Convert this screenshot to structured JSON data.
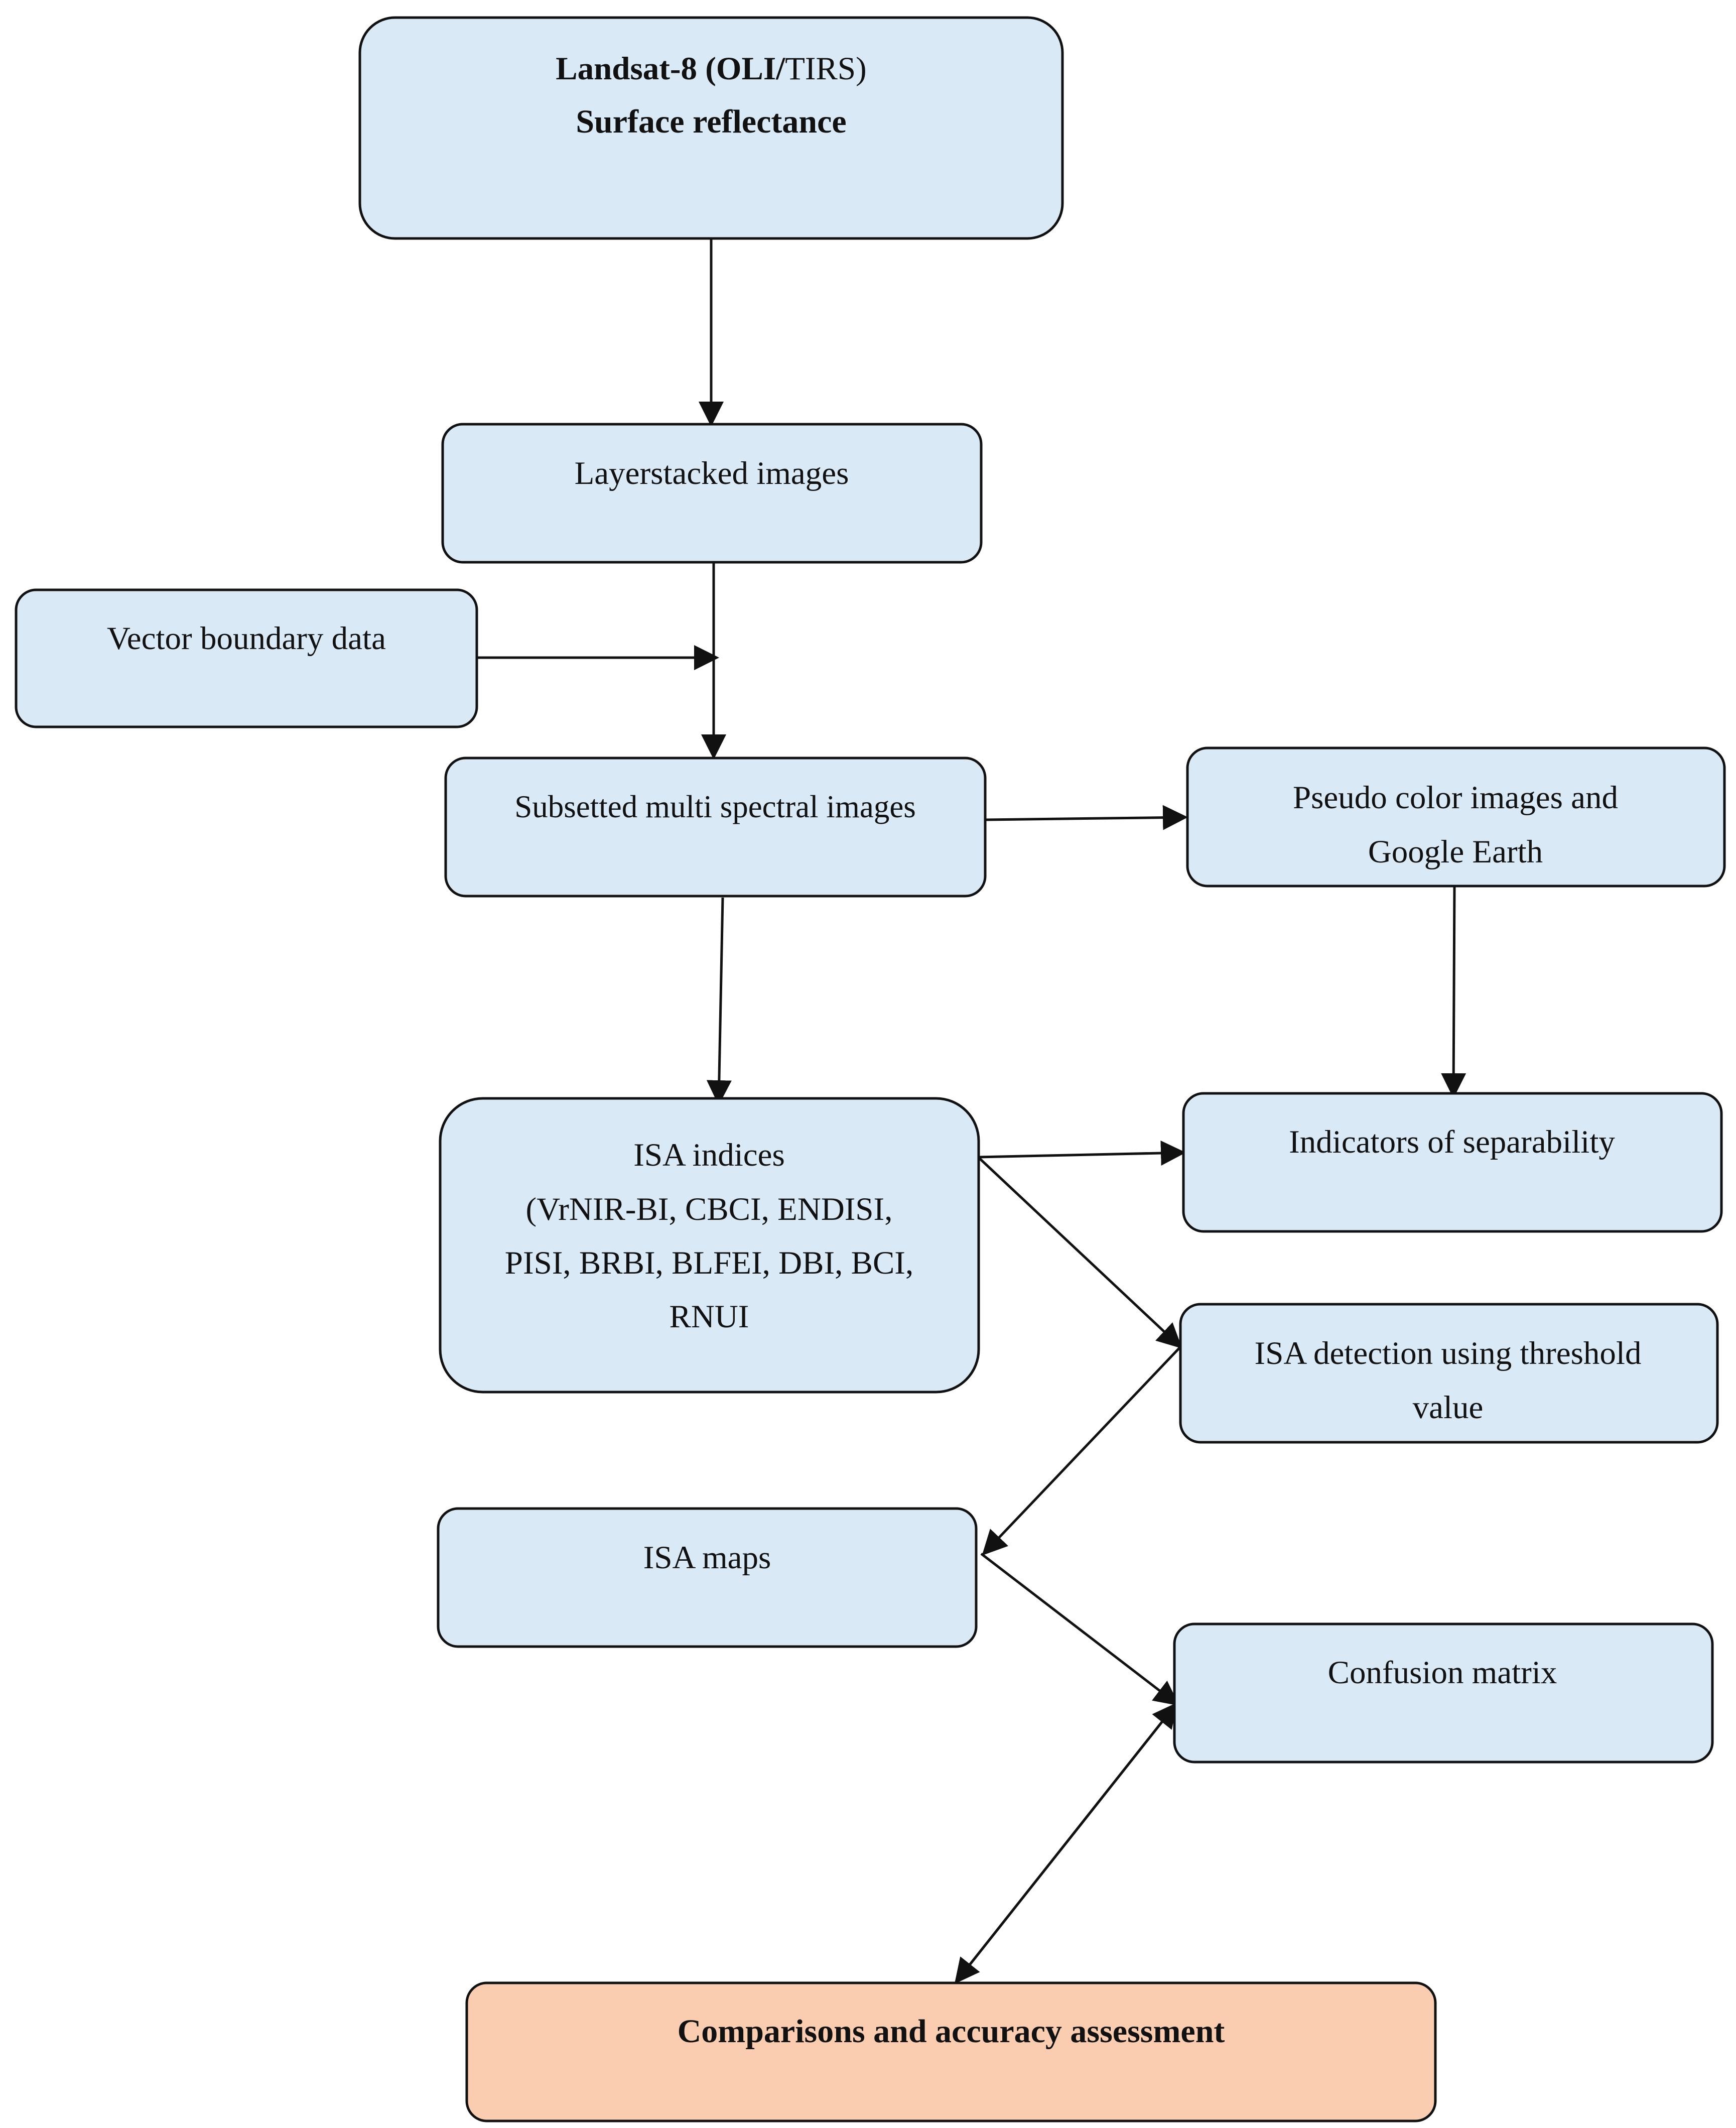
{
  "nodes": {
    "landsat": {
      "line1_bold": "Landsat-8 (OLI/",
      "line1_rest": "TIRS)",
      "line1_close": "",
      "line2": "Surface reflectance"
    },
    "layerstacked": {
      "label": "Layerstacked images"
    },
    "vector_boundary": {
      "label": "Vector boundary data"
    },
    "subsetted": {
      "label": "Subsetted multi spectral images"
    },
    "pseudo_color": {
      "line1": "Pseudo color images and",
      "line2": "Google Earth"
    },
    "isa_indices": {
      "line1": "ISA indices",
      "line2": "(VrNIR-BI, CBCI, ENDISI,",
      "line3": "PISI, BRBI, BLFEI, DBI, BCI,",
      "line4": "RNUI"
    },
    "separability": {
      "label": "Indicators of separability"
    },
    "isa_detection": {
      "line1": "ISA detection using threshold",
      "line2": "value"
    },
    "isa_maps": {
      "label": "ISA maps"
    },
    "confusion_matrix": {
      "label": "Confusion matrix"
    },
    "comparisons": {
      "label": "Comparisons and accuracy assessment"
    }
  },
  "colors": {
    "box_fill": "#d9e9f6",
    "final_box_fill": "#fbcdb0",
    "stroke": "#111111"
  }
}
